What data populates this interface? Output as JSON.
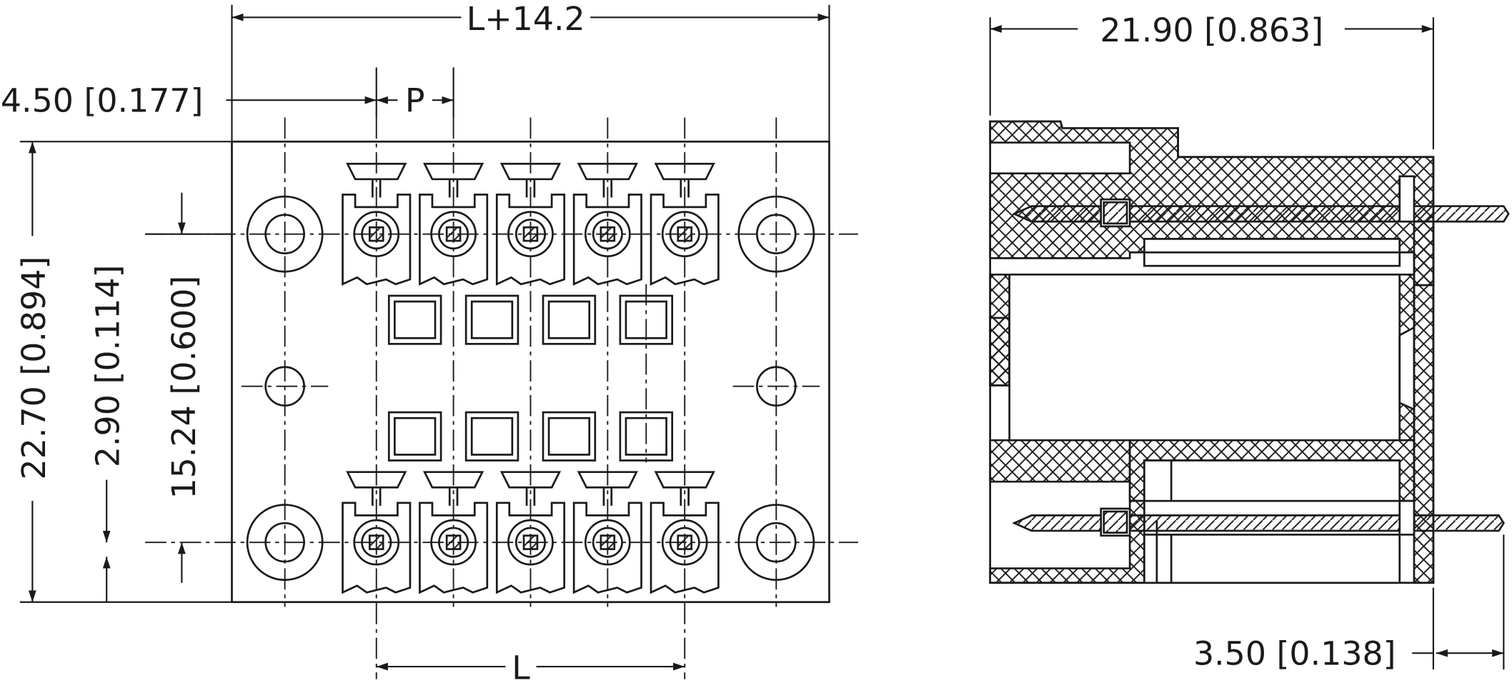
{
  "front_view": {
    "overall_width": "L+14.2",
    "pin_pitch": "P",
    "pin_span": "L",
    "mount_hole_offset": "4.50 [0.177]",
    "overall_height": "22.70 [0.894]",
    "edge_to_row": "2.90 [0.114]",
    "row_spacing": "15.24 [0.600]",
    "pins_per_row": 5,
    "rows": 2
  },
  "side_view": {
    "overall_depth": "21.90 [0.863]",
    "pin_protrusion": "3.50 [0.138]"
  }
}
